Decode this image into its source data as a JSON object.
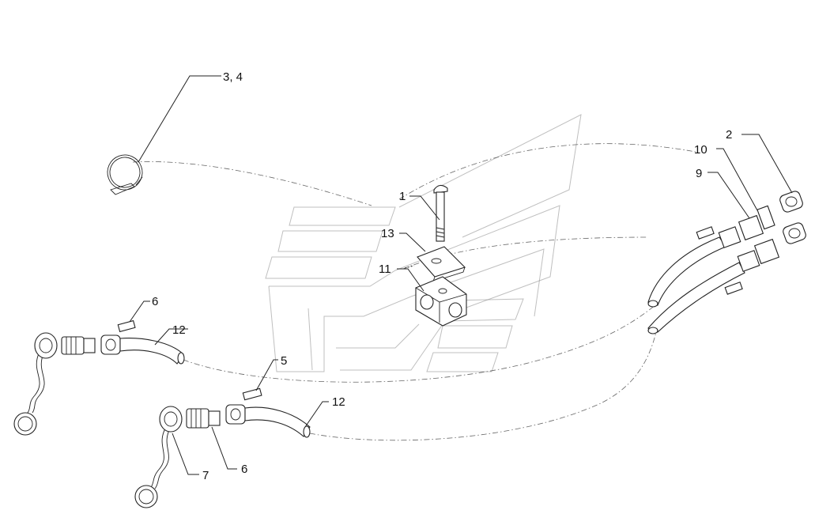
{
  "callouts": {
    "c34": "3, 4",
    "c2": "2",
    "c10": "10",
    "c9": "9",
    "c1": "1",
    "c13": "13",
    "c11": "11",
    "c6a": "6",
    "c12a": "12",
    "c5": "5",
    "c12b": "12",
    "c7": "7",
    "c6b": "6"
  }
}
